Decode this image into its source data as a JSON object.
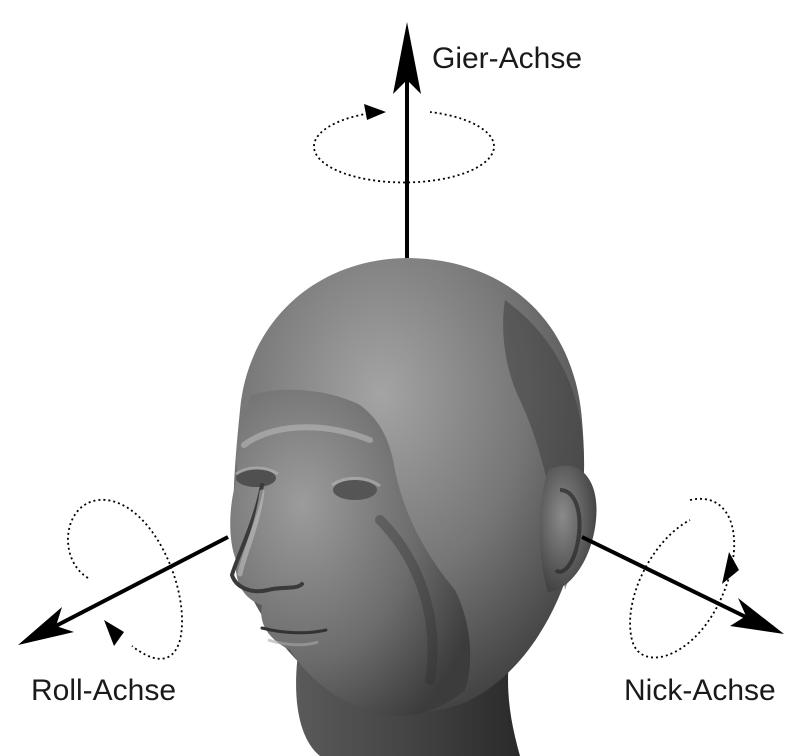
{
  "labels": {
    "yaw_axis": "Gier-Achse",
    "roll_axis": "Roll-Achse",
    "pitch_axis": "Nick-Achse"
  },
  "colors": {
    "background": "#ffffff",
    "axis": "#000000",
    "head_light": "#9a9a9a",
    "head_mid": "#6e6e6e",
    "head_dark": "#3a3a3a"
  }
}
